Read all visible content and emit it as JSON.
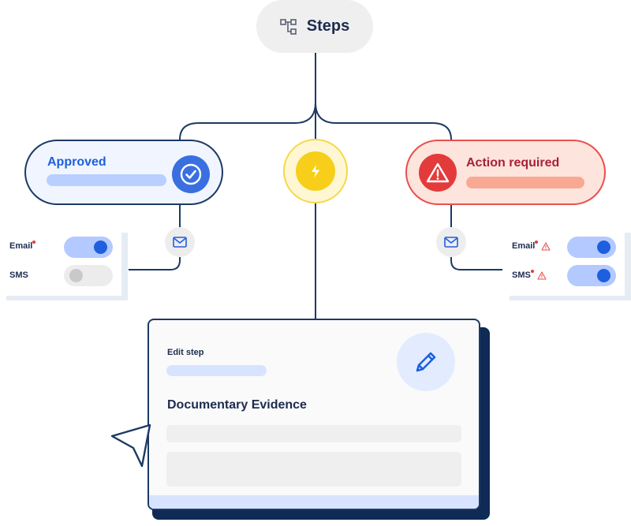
{
  "header": {
    "steps_label": "Steps"
  },
  "approved": {
    "title": "Approved"
  },
  "action_required": {
    "title": "Action required"
  },
  "left_notifications": {
    "items": [
      {
        "label": "Email",
        "enabled": true
      },
      {
        "label": "SMS",
        "enabled": false
      }
    ]
  },
  "right_notifications": {
    "items": [
      {
        "label": "Email",
        "enabled": true
      },
      {
        "label": "SMS",
        "enabled": true
      }
    ]
  },
  "edit_step": {
    "label": "Edit step",
    "title": "Documentary Evidence"
  },
  "colors": {
    "navy": "#1d3a63",
    "approved_blue": "#3a6fe0",
    "action_red": "#e33b3b",
    "bolt_yellow": "#f7cf1a"
  },
  "icons": {
    "steps": "flowchart-icon",
    "approved": "check-circle-icon",
    "bolt": "lightning-icon",
    "action": "warning-triangle-icon",
    "mail": "mail-icon",
    "edit": "pencil-icon",
    "cursor": "pointer-cursor-icon"
  }
}
